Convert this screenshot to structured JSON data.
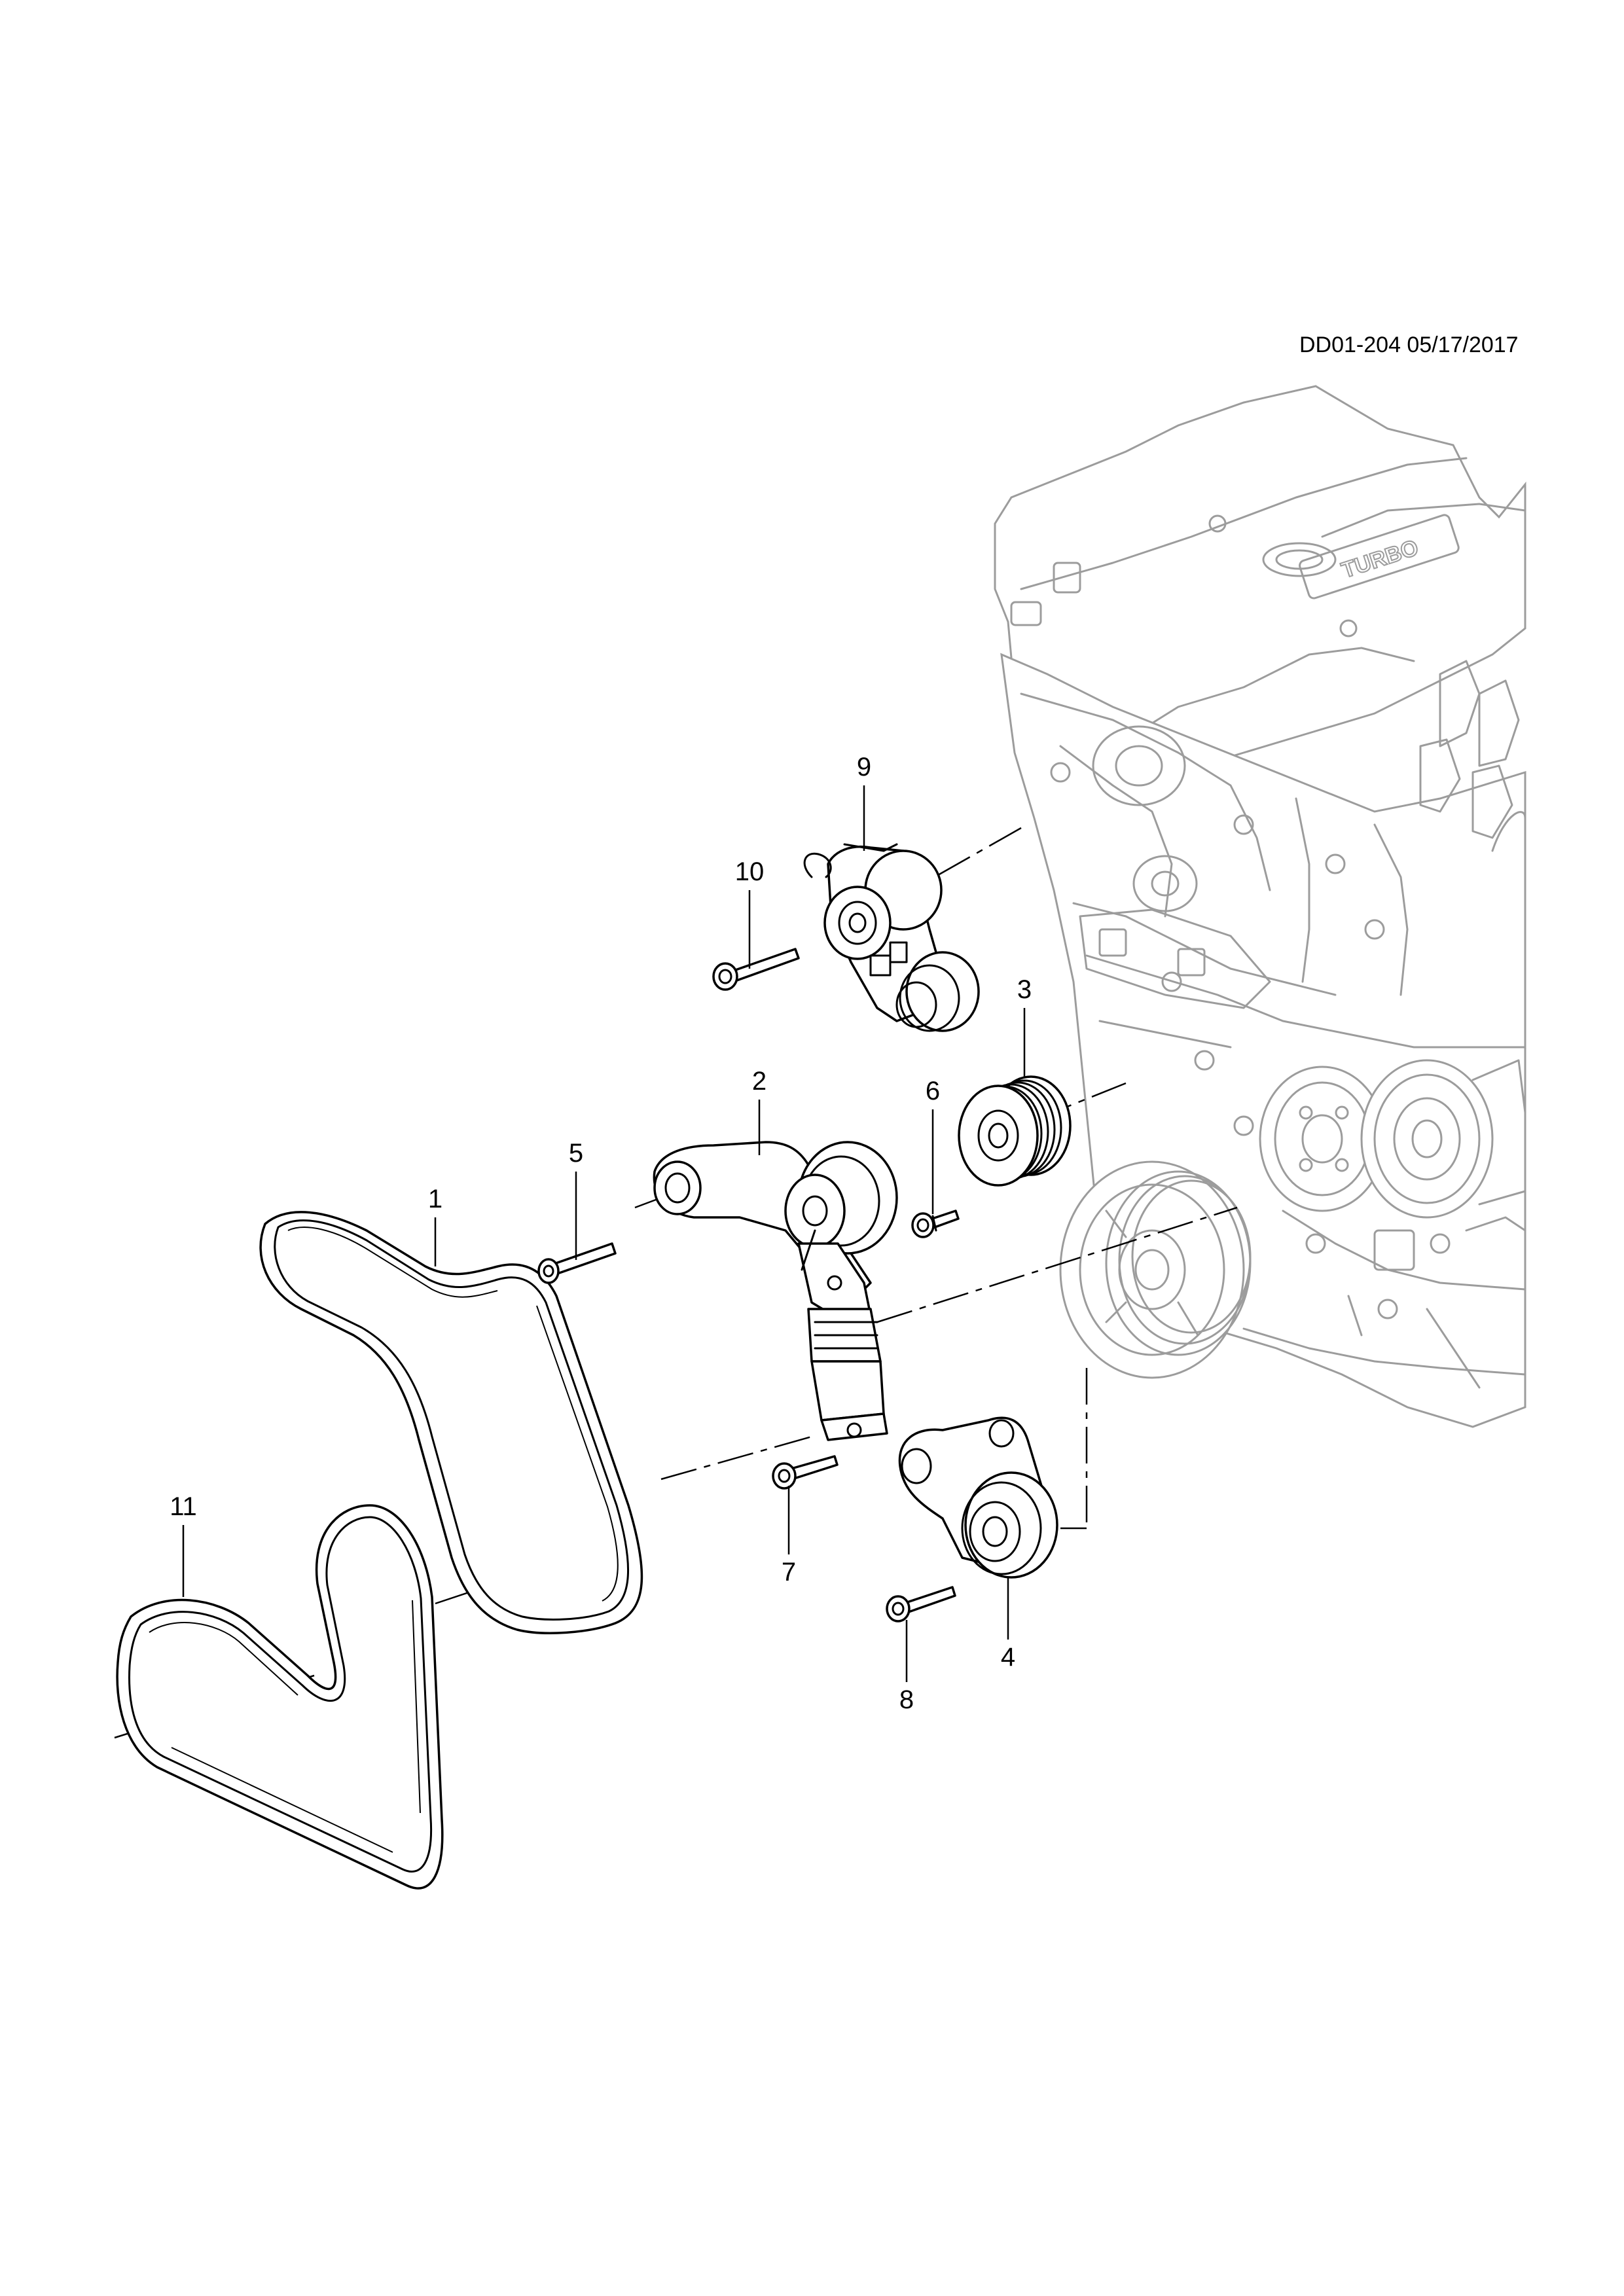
{
  "drawing_code": "DD01-204 05/17/2017",
  "callouts": {
    "c1": "1",
    "c2": "2",
    "c3": "3",
    "c4": "4",
    "c5": "5",
    "c6": "6",
    "c7": "7",
    "c8": "8",
    "c9": "9",
    "c10": "10",
    "c11": "11"
  },
  "engine_cover_lettering": "TURBO"
}
